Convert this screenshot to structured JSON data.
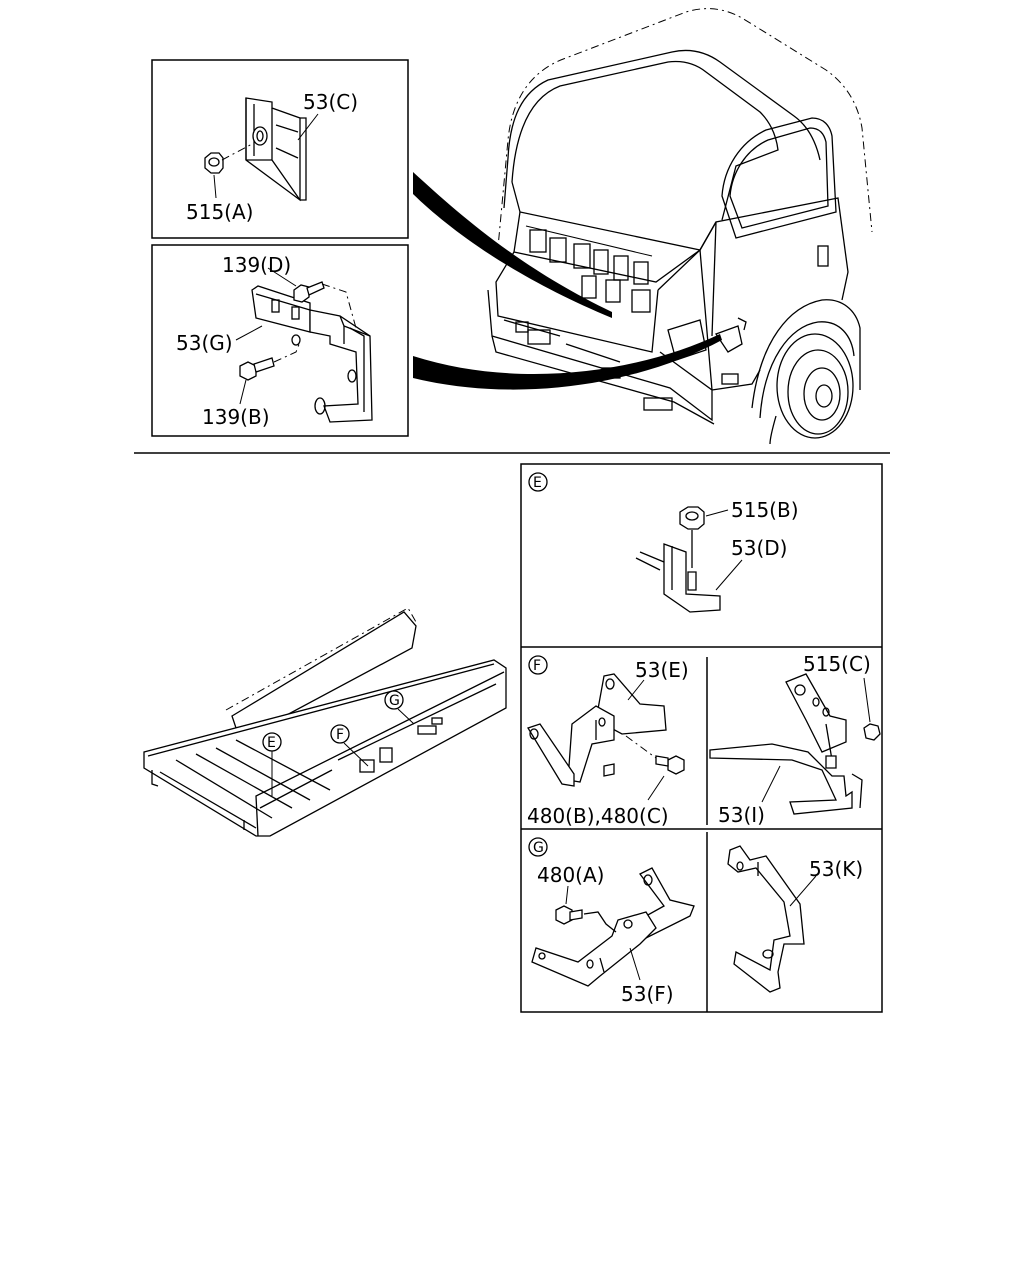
{
  "top_inset_1": {
    "part_53C": "53(C)",
    "part_515A": "515(A)"
  },
  "top_inset_2": {
    "part_139D": "139(D)",
    "part_53G": "53(G)",
    "part_139B": "139(B)"
  },
  "frame_view": {
    "marker_E": "E",
    "marker_F": "F",
    "marker_G": "G"
  },
  "detail_E": {
    "marker": "E",
    "part_515B": "515(B)",
    "part_53D": "53(D)"
  },
  "detail_F": {
    "marker": "F",
    "part_53E": "53(E)",
    "part_480BC": "480(B),480(C)"
  },
  "detail_I": {
    "part_515C": "515(C)",
    "part_53I": "53(I)"
  },
  "detail_G": {
    "marker": "G",
    "part_480A": "480(A)",
    "part_53F": "53(F)"
  },
  "detail_K": {
    "part_53K": "53(K)"
  }
}
